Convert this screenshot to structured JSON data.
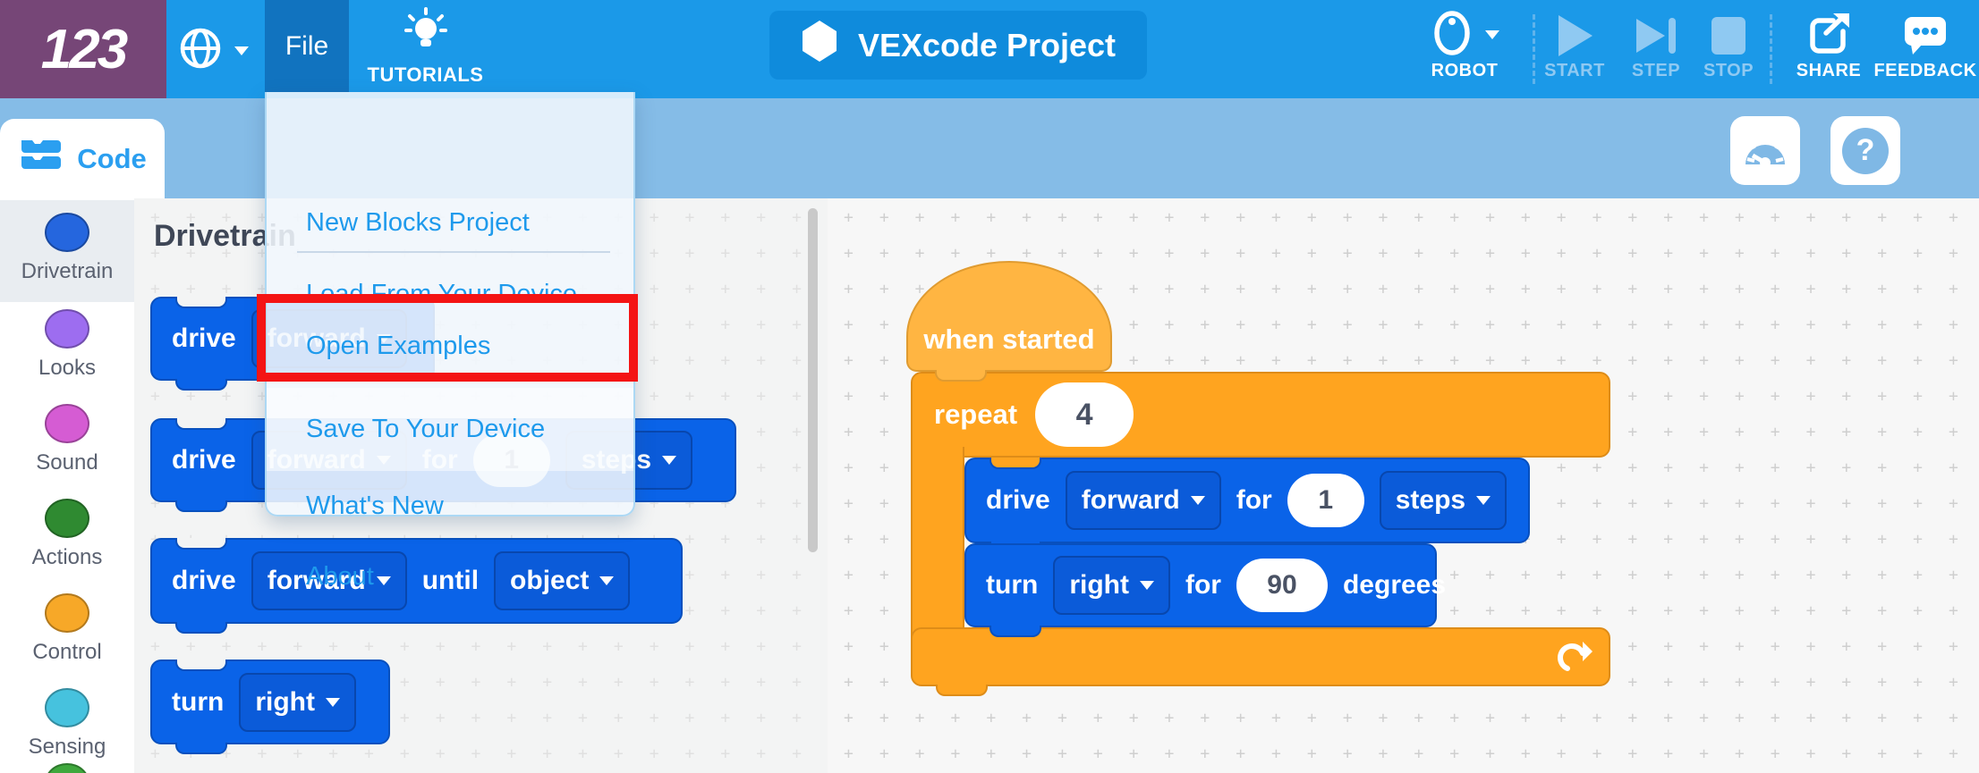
{
  "header": {
    "logo_text": "123",
    "file_menu_label": "File",
    "tutorials_label": "TUTORIALS",
    "project_title": "VEXcode Project",
    "robot_label": "ROBOT",
    "start_label": "START",
    "step_label": "STEP",
    "stop_label": "STOP",
    "share_label": "SHARE",
    "feedback_label": "FEEDBACK",
    "colors": {
      "header_bg": "#1B99E8",
      "logo_bg": "#764677",
      "file_button_bg": "#1173BF",
      "subheader_bg": "#85BCE7",
      "disabled_control": "#8FC9F2"
    }
  },
  "file_menu": {
    "items": [
      "New Blocks Project",
      "Load From Your Device",
      "Open Examples",
      "Save To Your Device",
      "What's New",
      "About"
    ],
    "highlighted_item": "Save To Your Device",
    "highlight_border_color": "#F41414"
  },
  "sidebar": {
    "code_tab_label": "Code",
    "categories": [
      {
        "label": "Drivetrain",
        "color": "#2566DE",
        "selected": true
      },
      {
        "label": "Looks",
        "color": "#9D6DF0",
        "selected": false
      },
      {
        "label": "Sound",
        "color": "#D55CD3",
        "selected": false
      },
      {
        "label": "Actions",
        "color": "#2F8A31",
        "selected": false
      },
      {
        "label": "Control",
        "color": "#F7A828",
        "selected": false
      },
      {
        "label": "Sensing",
        "color": "#46C2DE",
        "selected": false
      },
      {
        "label": "",
        "color": "#3FA83D",
        "selected": false
      }
    ]
  },
  "palette": {
    "heading": "Drivetrain",
    "block_color": "#0A63E8",
    "blocks": [
      {
        "t1": "drive",
        "dd1": "forward"
      },
      {
        "t1": "drive",
        "dd1": "forward",
        "t2": "for",
        "val": "1",
        "dd2": "steps"
      },
      {
        "t1": "drive",
        "dd1": "forward",
        "t2": "until",
        "dd2": "object"
      },
      {
        "t1": "turn",
        "dd1": "right"
      }
    ]
  },
  "canvas": {
    "hat_label": "when started",
    "hat_color": "#FFB542",
    "repeat_label": "repeat",
    "repeat_value": "4",
    "repeat_color": "#FFA41F",
    "drive_block": {
      "t1": "drive",
      "dd1": "forward",
      "t2": "for",
      "val": "1",
      "dd2": "steps"
    },
    "turn_block": {
      "t1": "turn",
      "dd1": "right",
      "t2": "for",
      "val": "90",
      "t3": "degrees"
    }
  },
  "canvas_toolbar": {
    "help_label": "?"
  }
}
